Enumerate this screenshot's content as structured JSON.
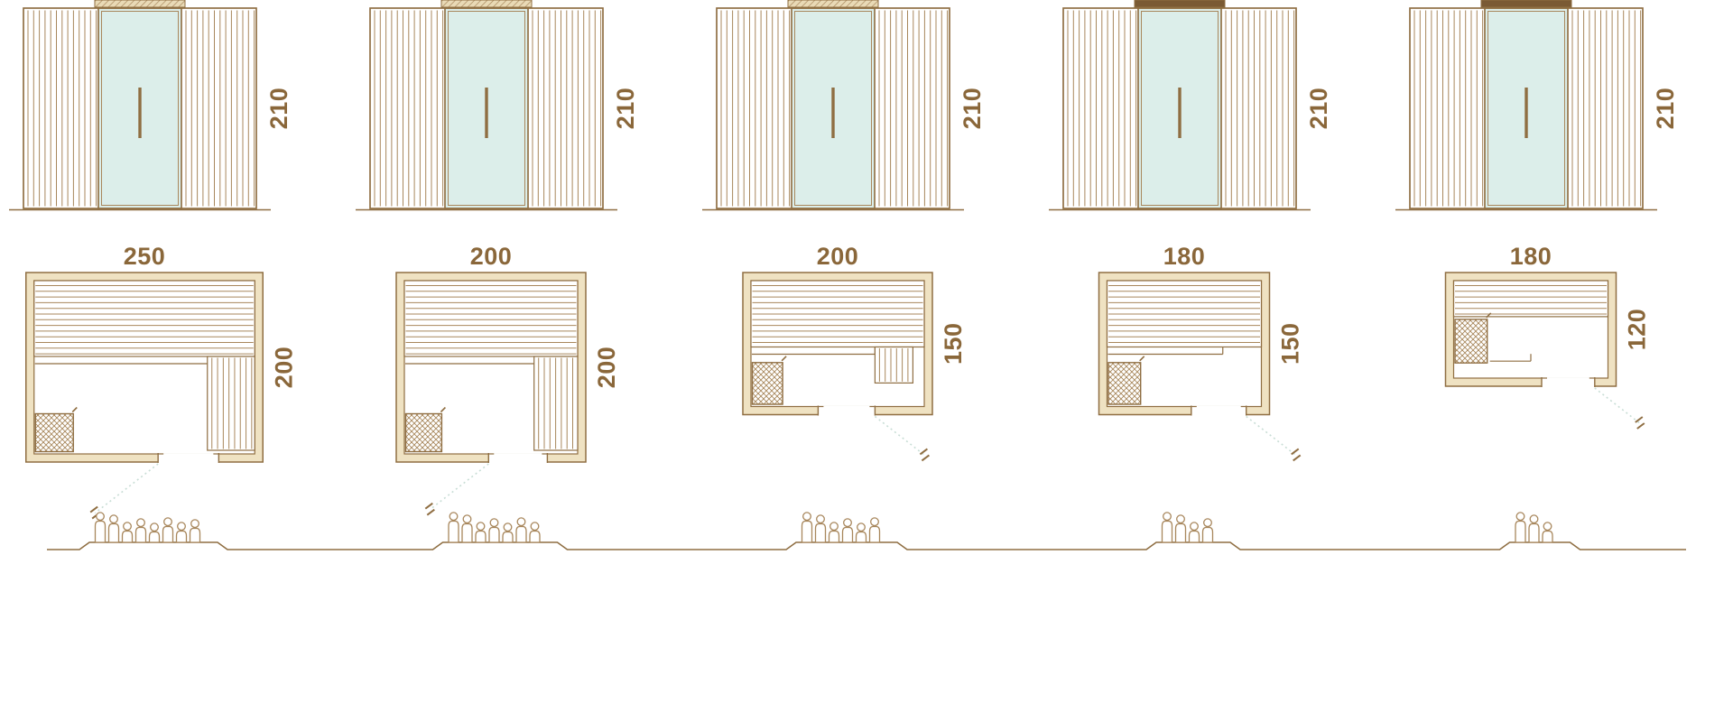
{
  "colors": {
    "outline": "#a8875c",
    "frame": "#8f6e42",
    "text": "#8a673a",
    "glass": "#dceeea",
    "wall_fill": "#efe2c2",
    "top_solid": "#7a5a34",
    "top_hatch_bg": "#e9dab6",
    "swing": "#c8ddd5"
  },
  "icons": {
    "person-icon": "outline human figure",
    "heater": "crosshatched square",
    "door-swing-dashed-line": "dashed diagonal opening line"
  },
  "saunas": [
    {
      "name": "sauna-250x200",
      "width_label": "250",
      "depth_label": "200",
      "height_label": "210",
      "width_cm": 250,
      "depth_cm": 200,
      "height_cm": 210,
      "capacity": 8,
      "elevation": {
        "top_edge": "hatched"
      },
      "plan": {
        "bench_depth_cm": 80,
        "right_bench": {
          "type": "full",
          "width_cm": 50
        },
        "heater": {
          "pos": "bottom-left",
          "w_cm": 40,
          "h_cm": 40
        },
        "door": {
          "width_cm": 64,
          "from_right_cm": 38
        },
        "swing": {
          "dir": "down-left",
          "len": 70
        }
      }
    },
    {
      "name": "sauna-200x200",
      "width_label": "200",
      "depth_label": "200",
      "height_label": "210",
      "width_cm": 200,
      "depth_cm": 200,
      "height_cm": 210,
      "capacity": 7,
      "elevation": {
        "top_edge": "hatched"
      },
      "plan": {
        "bench_depth_cm": 80,
        "right_bench": {
          "type": "full",
          "width_cm": 46
        },
        "heater": {
          "pos": "bottom-left",
          "w_cm": 38,
          "h_cm": 40
        },
        "door": {
          "width_cm": 62,
          "from_right_cm": 32
        },
        "swing": {
          "dir": "down-left",
          "len": 65
        }
      }
    },
    {
      "name": "sauna-200x150",
      "width_label": "200",
      "depth_label": "150",
      "height_label": "210",
      "width_cm": 200,
      "depth_cm": 150,
      "height_cm": 210,
      "capacity": 6,
      "elevation": {
        "top_edge": "hatched"
      },
      "plan": {
        "bench_depth_cm": 70,
        "right_bench": {
          "type": "hanging",
          "width_cm": 40,
          "height_cm": 38,
          "inset_cm": 12
        },
        "heater": {
          "pos": "bottom-left",
          "w_cm": 32,
          "h_cm": 44
        },
        "door": {
          "width_cm": 60,
          "from_right_cm": 52
        },
        "swing": {
          "dir": "down-right",
          "len": 55
        }
      }
    },
    {
      "name": "sauna-180x150",
      "width_label": "180",
      "depth_label": "150",
      "height_label": "210",
      "width_cm": 180,
      "depth_cm": 150,
      "height_cm": 210,
      "capacity": 4,
      "elevation": {
        "top_edge": "solid"
      },
      "plan": {
        "bench_depth_cm": 70,
        "step_end_ratio": 0.75,
        "heater": {
          "pos": "bottom-left",
          "w_cm": 34,
          "h_cm": 44
        },
        "door": {
          "width_cm": 58,
          "from_right_cm": 16
        },
        "swing": {
          "dir": "down-right",
          "len": 55
        }
      }
    },
    {
      "name": "sauna-180x120",
      "width_label": "180",
      "depth_label": "120",
      "height_label": "210",
      "width_cm": 180,
      "depth_cm": 120,
      "height_cm": 210,
      "capacity": 3,
      "elevation": {
        "top_edge": "solid"
      },
      "plan": {
        "bench_depth_cm": 38,
        "step_from_heater": true,
        "heater": {
          "pos": "left-under-bench",
          "w_cm": 34,
          "h_cm": 46
        },
        "door": {
          "width_cm": 56,
          "from_right_cm": 14
        },
        "swing": {
          "dir": "down-right",
          "len": 50
        }
      }
    }
  ]
}
